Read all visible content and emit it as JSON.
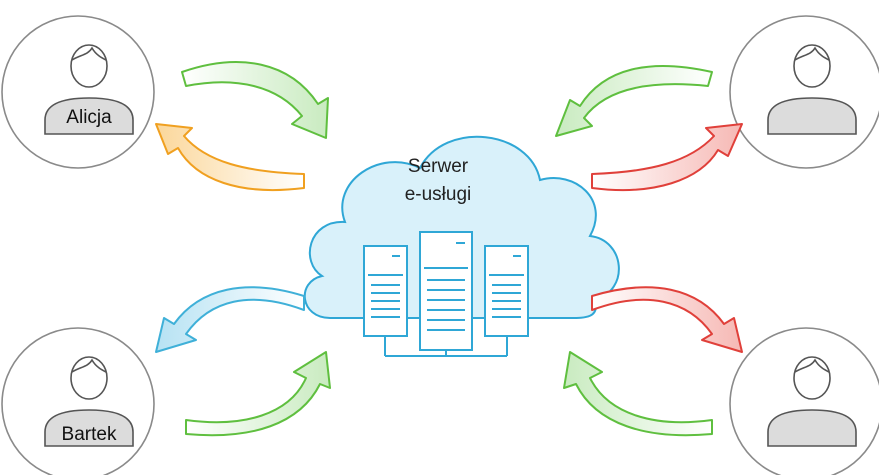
{
  "server": {
    "title_line1": "Serwer",
    "title_line2": "e-usługi"
  },
  "users": {
    "top_left": {
      "name": "Alicja"
    },
    "bottom_left": {
      "name": "Bartek"
    },
    "top_right": {
      "name": ""
    },
    "bottom_right": {
      "name": ""
    }
  },
  "colors": {
    "green_arrow": "#5fbf3f",
    "orange_arrow": "#f0a020",
    "red_arrow": "#e0403a",
    "blue_arrow": "#3fb0d8",
    "cloud_fill": "#d9f1fa",
    "cloud_stroke": "#2fa7d6",
    "server_stroke": "#2fa7d6"
  }
}
